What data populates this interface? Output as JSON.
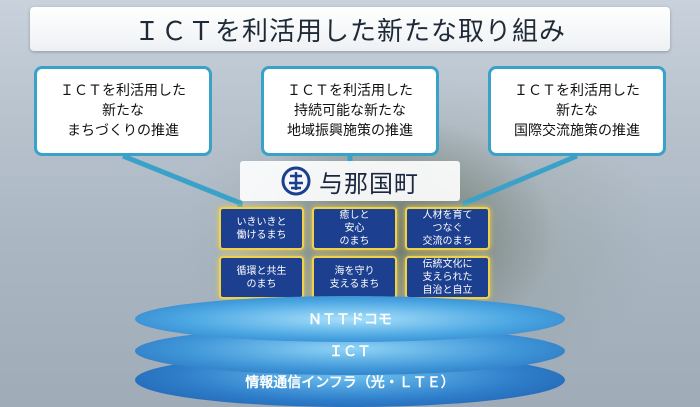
{
  "title": "ＩＣＴを利活用した新たな取り組み",
  "top_boxes": [
    {
      "lines": [
        "ＩＣＴを利活用した",
        "新たな",
        "まちづくりの推進"
      ]
    },
    {
      "lines": [
        "ＩＣＴを利活用した",
        "持続可能な新たな",
        "地域振興施策の推進"
      ]
    },
    {
      "lines": [
        "ＩＣＴを利活用した",
        "新たな",
        "国際交流施策の推進"
      ]
    }
  ],
  "town": {
    "name": "与那国町",
    "emblem_icon": "town-emblem-icon",
    "emblem_color": "#1a3f8f"
  },
  "cells": [
    {
      "lines": [
        "いきいきと",
        "働けるまち"
      ]
    },
    {
      "lines": [
        "癒しと",
        "安心",
        "のまち"
      ]
    },
    {
      "lines": [
        "人材を育て",
        "つなぐ",
        "交流のまち"
      ]
    },
    {
      "lines": [
        "循環と共生",
        "のまち"
      ]
    },
    {
      "lines": [
        "海を守り",
        "支えるまち"
      ]
    },
    {
      "lines": [
        "伝統文化に",
        "支えられた",
        "自治と自立"
      ]
    }
  ],
  "layers": {
    "top": "ＮＴＴドコモ",
    "middle": "ＩＣＴ",
    "bottom": "情報通信インフラ（光・ＬＴＥ）"
  },
  "colors": {
    "accent_line": "#3aa1c8",
    "cell_bg": "#1d3f8f",
    "cell_border": "#f0d24a",
    "layer_dark": "#1f5fb0",
    "layer_light": "#5fb6e8"
  }
}
